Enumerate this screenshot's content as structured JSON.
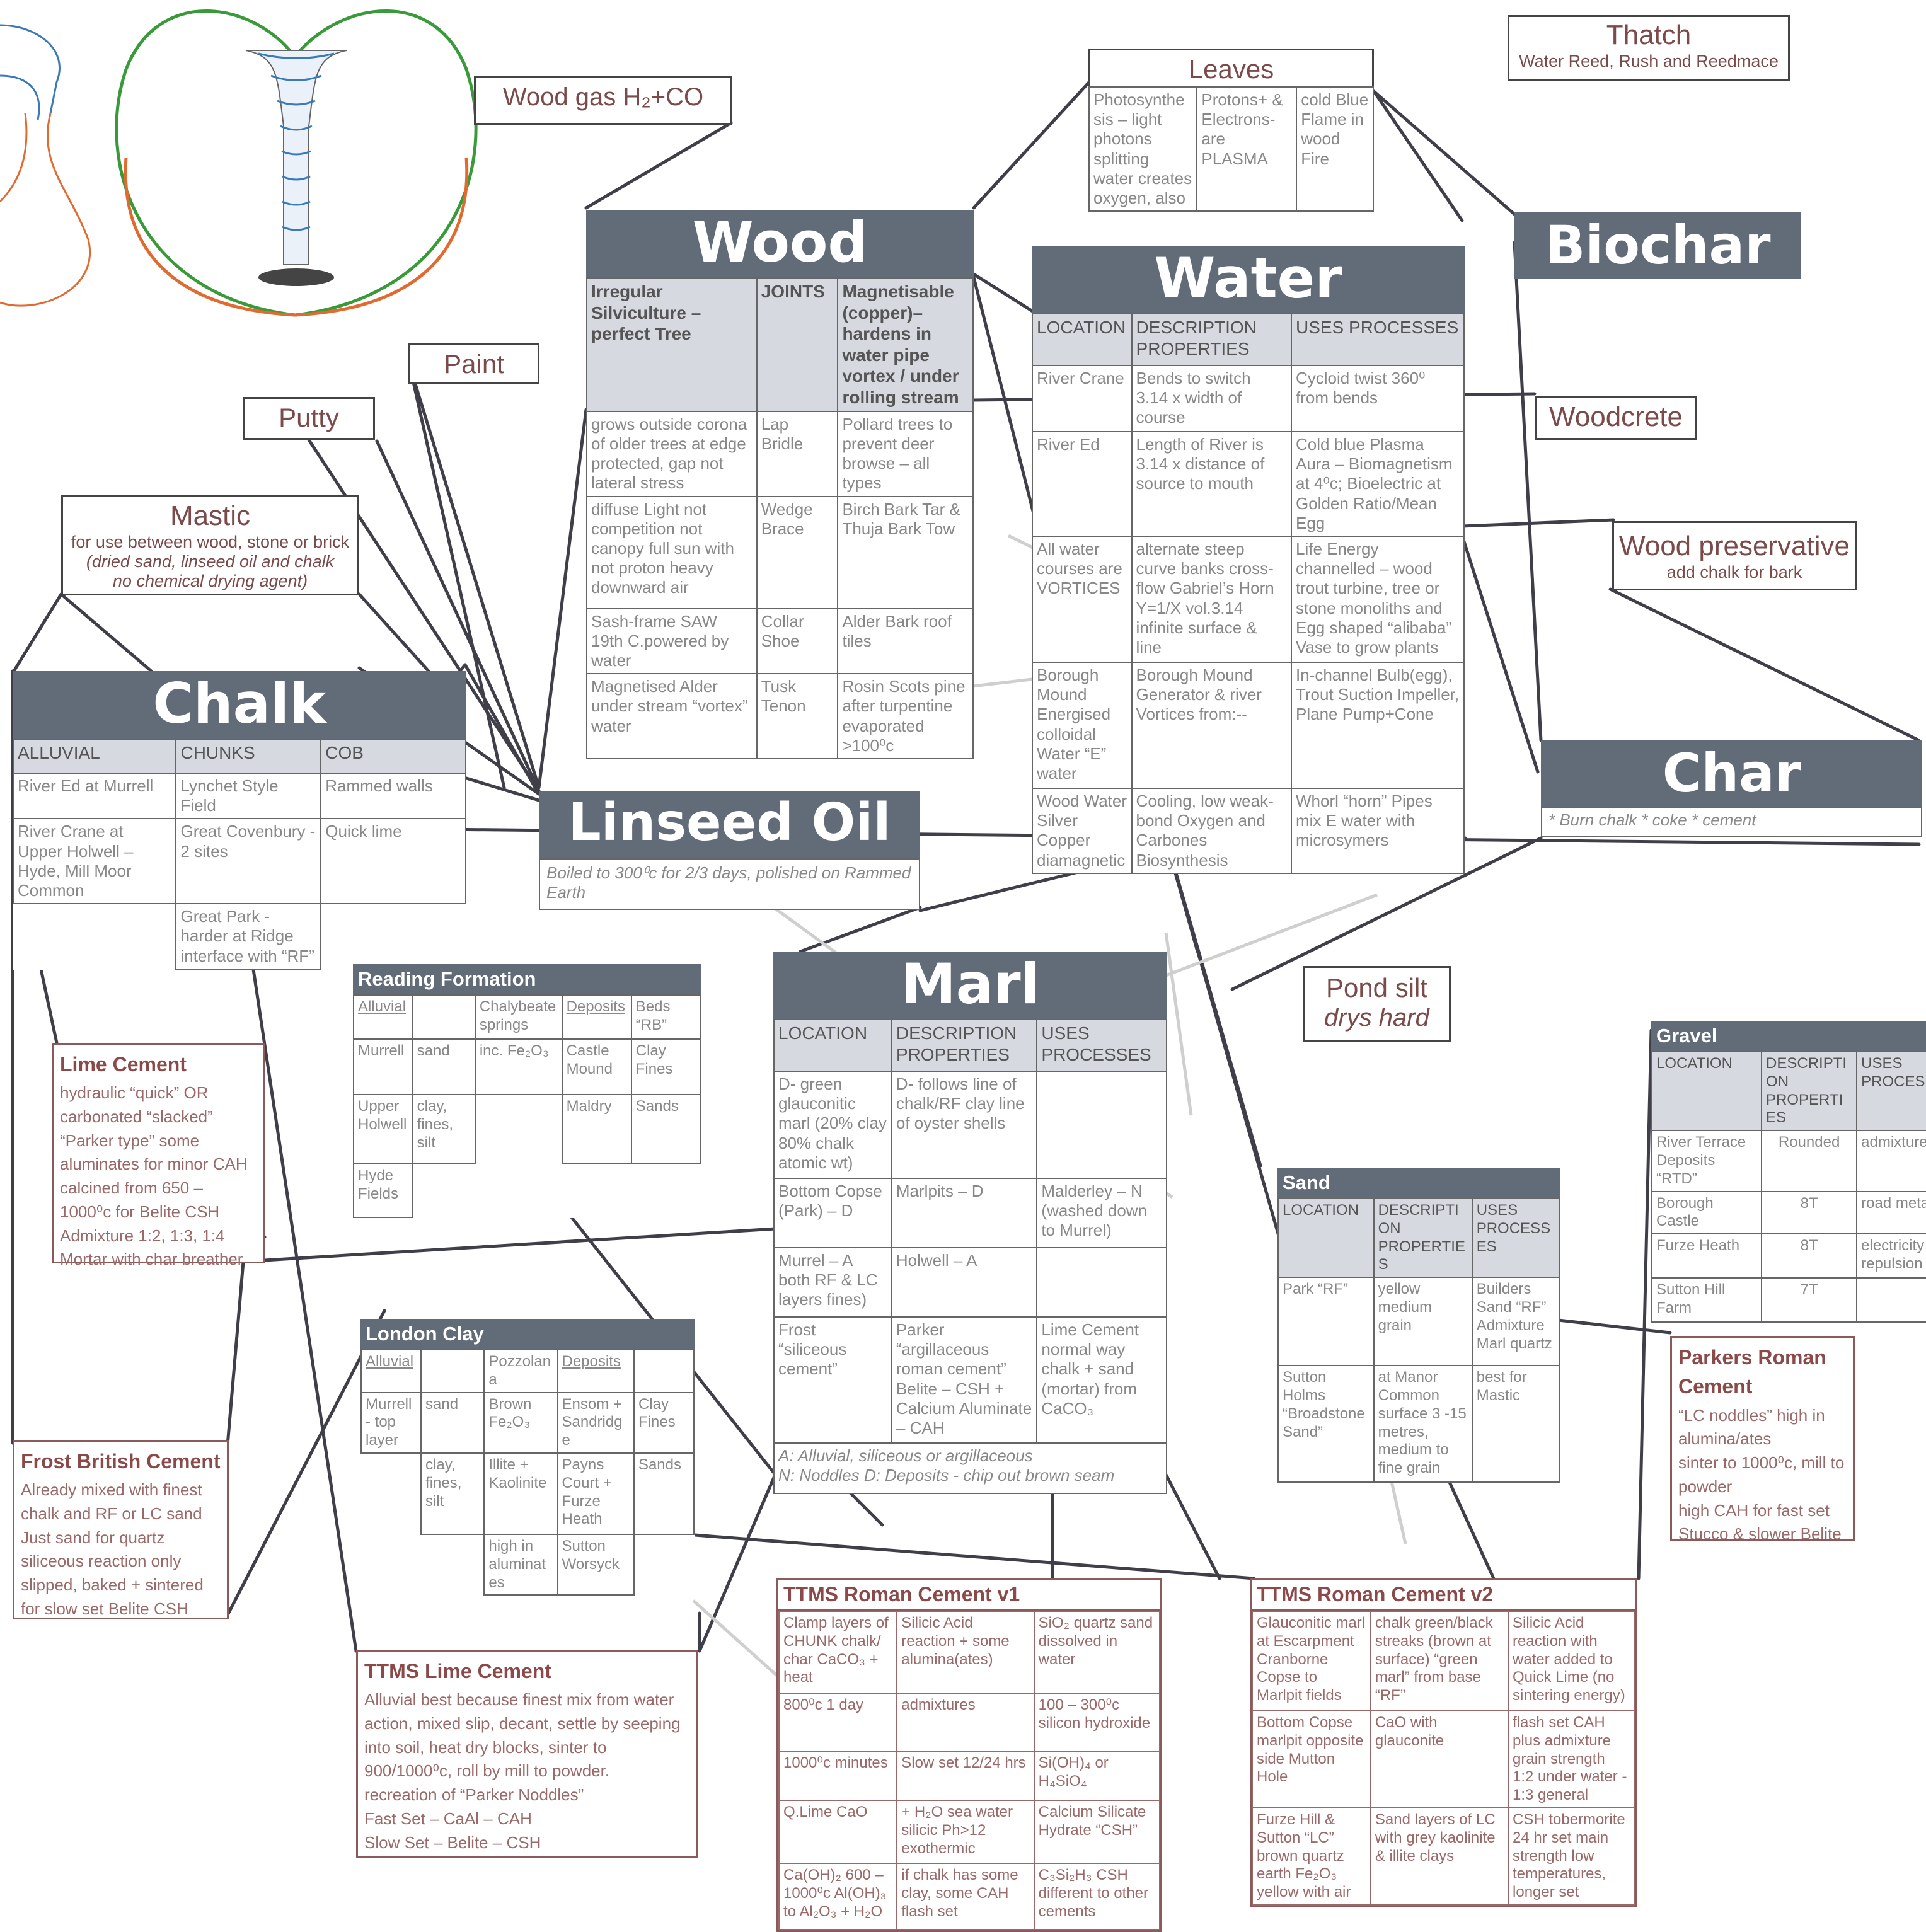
{
  "labels": {
    "woodgas": "Wood gas H₂+CO",
    "leaves": "Leaves",
    "thatch": "Thatch",
    "thatch_sub": "Water Reed, Rush and Reedmace",
    "paint": "Paint",
    "putty": "Putty",
    "mastic": "Mastic",
    "mastic_sub": "for use between wood, stone or brick",
    "mastic_note1": "(dried sand, linseed oil and chalk",
    "mastic_note2": "no chemical drying agent)",
    "woodcrete": "Woodcrete",
    "woodpres": "Wood preservative",
    "woodpres_sub": "add chalk for bark",
    "pondsilt": "Pond silt",
    "pondsilt_sub": "drys hard"
  },
  "leaves_table": [
    [
      "Photosynthesis – light photons splitting water creates oxygen, also",
      "Protons+ & Electrons- are PLASMA",
      "cold Blue Flame in wood Fire"
    ]
  ],
  "wood": {
    "title": "Wood",
    "header": [
      "Irregular Silviculture – perfect Tree",
      "JOINTS",
      "Magnetisable (copper)– hardens in water pipe vortex / under rolling stream"
    ],
    "rows": [
      [
        "grows outside corona of older trees at edge protected, gap not lateral stress",
        "Lap Bridle",
        "Pollard trees to prevent deer browse – all types"
      ],
      [
        "diffuse Light not competition not canopy full sun with not proton heavy downward air",
        "Wedge Brace",
        "Birch Bark Tar & Thuja Bark Tow"
      ],
      [
        "Sash-frame SAW 19th C.powered by water",
        "Collar Shoe",
        "Alder Bark roof tiles"
      ],
      [
        "Magnetised Alder under stream “vortex” water",
        "Tusk Tenon",
        "Rosin Scots pine after turpentine evaporated >100⁰c"
      ]
    ]
  },
  "water": {
    "title": "Water",
    "header": [
      "LOCATION",
      "DESCRIPTION PROPERTIES",
      "USES PROCESSES"
    ],
    "rows": [
      [
        "River Crane",
        "Bends to switch 3.14 x width of course",
        "Cycloid twist 360⁰ from bends"
      ],
      [
        "River Ed",
        "Length of River is 3.14 x distance of source to mouth",
        "Cold blue Plasma Aura – Biomagnetism at 4⁰c; Bioelectric at Golden Ratio/Mean Egg"
      ],
      [
        "All water courses are VORTICES",
        "alternate steep curve banks cross-flow Gabriel’s Horn Y=1/X vol.3.14 infinite surface & line",
        "Life Energy channelled – wood trout turbine, tree or stone monoliths and Egg shaped “alibaba” Vase to grow plants"
      ],
      [
        "Borough Mound Energised colloidal Water “E” water",
        "Borough Mound Generator & river Vortices from:--",
        "In-channel Bulb(egg), Trout Suction Impeller, Plane Pump+Cone"
      ],
      [
        "Wood Water Silver Copper diamagnetic",
        "Cooling, low weak-bond Oxygen and Carbones Biosynthesis",
        "Whorl “horn” Pipes mix E water with microsymers"
      ]
    ]
  },
  "biochar": {
    "title": "Biochar"
  },
  "char": {
    "title": "Char",
    "note": "* Burn chalk * coke * cement"
  },
  "chalk": {
    "title": "Chalk",
    "header": [
      "ALLUVIAL",
      "CHUNKS",
      "COB"
    ],
    "rows": [
      [
        "River Ed at Murrell",
        "Lynchet Style Field",
        "Rammed walls"
      ],
      [
        "River Crane at Upper Holwell – Hyde, Mill Moor Common",
        "Great Covenbury - 2 sites",
        "Quick lime"
      ],
      [
        "",
        "Great Park - harder at Ridge interface with “RF”",
        ""
      ]
    ]
  },
  "linseed": {
    "title": "Linseed Oil",
    "note": "Boiled to 300⁰c for 2/3 days, polished on Rammed Earth"
  },
  "reading": {
    "title": "Reading Formation",
    "rows": [
      [
        "Alluvial",
        "",
        "Chalybeate springs",
        "Deposits",
        "Beds “RB”"
      ],
      [
        "Murrell",
        "sand",
        "inc. Fe₂O₃",
        "Castle Mound",
        "Clay Fines"
      ],
      [
        "Upper Holwell",
        "clay, fines, silt",
        "",
        "Maldry",
        "Sands"
      ],
      [
        "Hyde Fields",
        "",
        "",
        "",
        ""
      ]
    ]
  },
  "marl": {
    "title": "Marl",
    "header": [
      "LOCATION",
      "DESCRIPTION PROPERTIES",
      "USES PROCESSES"
    ],
    "rows": [
      [
        "D- green glauconitic marl (20% clay 80% chalk atomic wt)",
        "D- follows line of chalk/RF clay line of oyster shells",
        ""
      ],
      [
        "Bottom Copse (Park) – D",
        "Marlpits – D",
        "Malderley – N (washed down to Murrel)"
      ],
      [
        "Murrel – A both RF & LC layers fines)",
        "Holwell – A",
        ""
      ],
      [
        "Frost “siliceous cement”",
        "Parker “argillaceous roman cement” Belite – CSH + Calcium Aluminate – CAH",
        "Lime Cement normal way chalk + sand (mortar) from CaCO₃"
      ]
    ],
    "note1": "A: Alluvial, siliceous or argillaceous",
    "note2": "N: Noddles  D: Deposits - chip out brown seam"
  },
  "sand": {
    "title": "Sand",
    "header": [
      "LOCATION",
      "DESCRIPTION PROPERTIES",
      "USES PROCESSES"
    ],
    "rows": [
      [
        "Park “RF”",
        "yellow medium grain",
        "Builders Sand “RF” Admixture Marl quartz"
      ],
      [
        "Sutton Holms “Broadstone Sand”",
        "at Manor Common surface 3 -15 metres, medium to fine grain",
        "best for Mastic"
      ]
    ]
  },
  "gravel": {
    "title": "Gravel",
    "header": [
      "LOCATION",
      "DESCRIPTION PROPERTIES",
      "USES PROCESS"
    ],
    "rows": [
      [
        "River Terrace Deposits “RTD”",
        "Rounded",
        "admixture"
      ],
      [
        "Borough Castle",
        "8T",
        "road meta"
      ],
      [
        "Furze Heath",
        "8T",
        "electricity repulsion"
      ],
      [
        "Sutton Hill Farm",
        "7T",
        ""
      ]
    ]
  },
  "london": {
    "title": "London Clay",
    "rows": [
      [
        "Alluvial",
        "",
        "Pozzolana",
        "Deposits",
        ""
      ],
      [
        "Murrell - top layer",
        "sand",
        "Brown Fe₂O₃",
        "Ensom + Sandridge",
        "Clay Fines"
      ],
      [
        "",
        "clay, fines, silt",
        "Illite + Kaolinite",
        "Payns Court + Furze Heath",
        "Sands"
      ],
      [
        "",
        "",
        "high in aluminates",
        "Sutton Worsyck",
        ""
      ]
    ]
  },
  "lime": {
    "title": "Lime Cement",
    "lines": [
      "hydraulic “quick” OR carbonated “slacked”",
      "“Parker type” some aluminates for minor CAH",
      "calcined from 650 – 1000⁰c for Belite CSH",
      "Admixture 1:2, 1:3, 1:4",
      "Mortar with char breather"
    ]
  },
  "frost": {
    "title": "Frost British Cement",
    "lines": [
      "Already mixed with finest chalk and RF or LC sand",
      "Just sand for quartz siliceous reaction only",
      "slipped, baked + sintered for slow set Belite CSH"
    ]
  },
  "ttmslime": {
    "title": "TTMS Lime Cement",
    "lines": [
      "Alluvial best because finest mix from water action, mixed slip, decant, settle by seeping into soil, heat dry blocks, sinter to 900/1000⁰c, roll by mill to powder.",
      "recreation of “Parker Noddles”",
      "Fast Set – CaAl – CAH",
      "Slow Set – Belite – CSH"
    ]
  },
  "parkers": {
    "title": "Parkers Roman Cement",
    "lines": [
      "“LC noddles” high in alumina/ates",
      "sinter to 1000⁰c, mill to powder",
      "high CAH for fast set Stucco & slower Belite"
    ]
  },
  "ttms1": {
    "title": "TTMS Roman Cement v1",
    "rows": [
      [
        "Clamp layers of CHUNK chalk/ char CaCO₃ + heat",
        "Silicic Acid reaction + some alumina(ates)",
        "SiO₂ quartz sand dissolved in water"
      ],
      [
        "800⁰c 1 day",
        "admixtures",
        "100 – 300⁰c silicon hydroxide"
      ],
      [
        "1000⁰c minutes",
        "Slow set 12/24 hrs",
        "Si(OH)₄ or H₄SiO₄"
      ],
      [
        "Q.Lime CaO",
        "+ H₂O sea water silicic Ph>12 exothermic",
        "Calcium Silicate Hydrate “CSH”"
      ],
      [
        "Ca(OH)₂ 600 – 1000⁰c Al(OH)₃ to Al₂O₃ + H₂O",
        "if chalk has some clay, some CAH flash set",
        "C₃Si₂H₃ CSH different to other cements"
      ]
    ]
  },
  "ttms2": {
    "title": "TTMS Roman Cement v2",
    "rows": [
      [
        "Glauconitic marl at Escarpment Cranborne Copse to Marlpit fields",
        "chalk green/black streaks (brown at surface) “green marl” from base “RF”",
        "Silicic Acid reaction with water added to Quick Lime (no sintering energy)"
      ],
      [
        "Bottom Copse marlpit opposite side Mutton Hole",
        "CaO with glauconite",
        "flash set CAH plus admixture grain strength 1:2 under water - 1:3 general"
      ],
      [
        "Furze Hill & Sutton “LC” brown quartz earth Fe₂O₃ yellow with air",
        "Sand layers of LC with grey kaolinite & illite clays",
        "CSH tobermorite 24 hr set main strength low temperatures, longer set"
      ]
    ]
  },
  "colors": {
    "header": "#626c78",
    "subheader": "#d6d9e0",
    "link": "#3f3f4a",
    "faint": "#cccccc",
    "accent": "#8b4a4a",
    "green": "#3a9a3a",
    "orange": "#e06a30",
    "blue": "#3a7ab8"
  }
}
